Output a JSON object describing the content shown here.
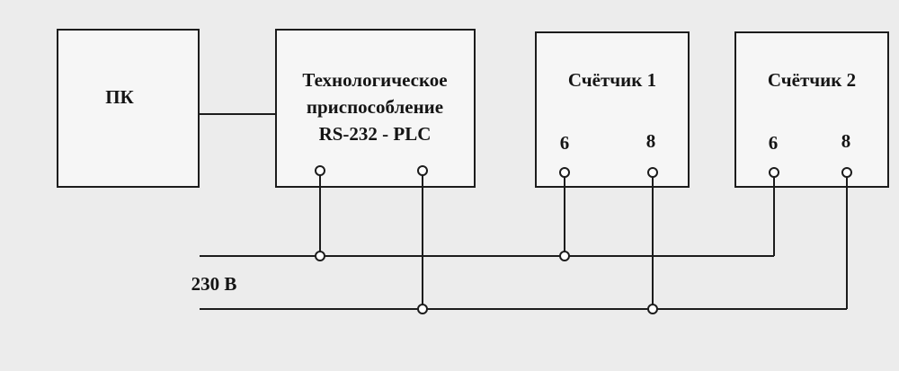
{
  "blocks": {
    "pc": {
      "label": "ПК"
    },
    "adapter": {
      "lines": [
        "Технологическое",
        "приспособление",
        "RS-232 - PLC"
      ]
    },
    "meter1": {
      "label": "Счётчик 1",
      "pin_a": "6",
      "pin_b": "8"
    },
    "meter2": {
      "label": "Счётчик 2",
      "pin_a": "6",
      "pin_b": "8"
    }
  },
  "power": {
    "label": "230 В"
  }
}
